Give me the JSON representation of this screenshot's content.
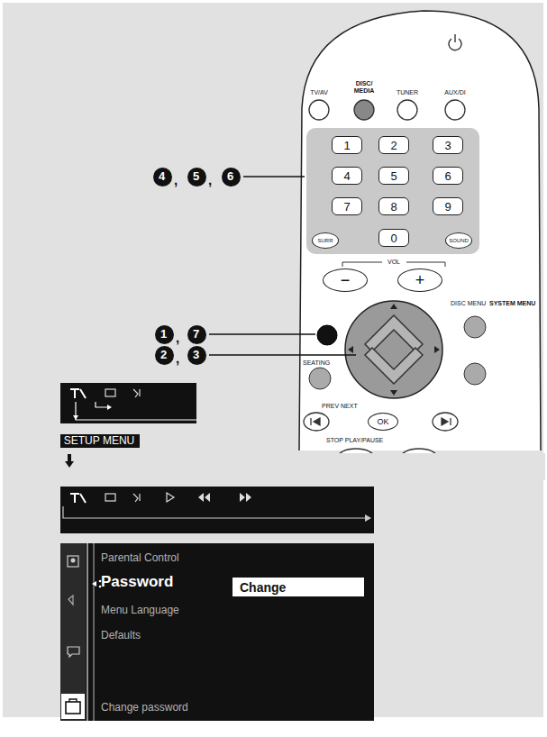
{
  "diagram": {
    "nodes": [
      {
        "text": [
          "1"
        ]
      },
      {
        "text": [
          "2"
        ]
      },
      {
        "text": [
          "3"
        ]
      },
      {
        "text": [
          "4"
        ]
      },
      {
        "text": [
          "5"
        ]
      },
      {
        "text": [
          "6"
        ]
      },
      {
        "text": [
          "7"
        ]
      },
      {
        "text": [
          "8"
        ]
      },
      {
        "text": [
          "9"
        ]
      },
      {
        "text": [
          "SURR"
        ]
      },
      {
        "text": [
          "0"
        ]
      },
      {
        "text": [
          "SOUND"
        ]
      },
      {
        "text": [
          "−"
        ]
      },
      {
        "text": [
          "+"
        ]
      },
      {
        "text": [
          "OK"
        ]
      },
      {
        "text": [
          "4"
        ]
      },
      {
        "text": [
          "5"
        ]
      },
      {
        "text": [
          "6"
        ]
      },
      {
        "text": [
          "1"
        ]
      },
      {
        "text": [
          "7"
        ]
      },
      {
        "text": [
          "2"
        ]
      },
      {
        "text": [
          "3"
        ]
      },
      {
        "text": [
          "SETUP MENU"
        ]
      },
      {
        "text": [
          "Parental Control",
          "Password",
          "Menu Language",
          "Defaults",
          "Change password"
        ]
      },
      {
        "text": [
          "Change"
        ],
        "in": 23
      }
    ],
    "labels": [
      "TV/AV",
      "DISC/ MEDIA",
      "TUNER",
      "AUX/DI",
      "VOL",
      "DISC MENU",
      "SYSTEM MENU",
      "SEATING",
      "PREV NEXT",
      "STOP PLAY/PAUSE",
      ",",
      ",",
      ",",
      ","
    ]
  }
}
